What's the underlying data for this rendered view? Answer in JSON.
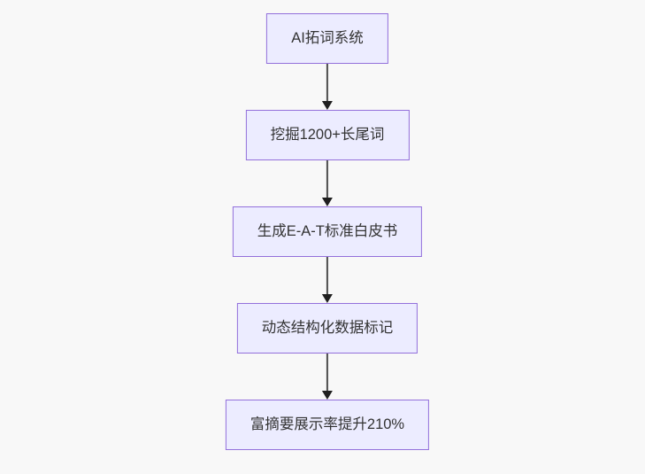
{
  "theme": {
    "canvas_background": "#f8f8f8",
    "node_fill": "#ececff",
    "node_border": "#9370db",
    "edge_color": "#333333",
    "text_color": "#333333"
  },
  "flowchart": {
    "type": "flowchart",
    "direction": "top-down",
    "nodes": [
      {
        "id": "step-1",
        "label": "AI拓词系统"
      },
      {
        "id": "step-2",
        "label": "挖掘1200+长尾词"
      },
      {
        "id": "step-3",
        "label": "生成E-A-T标准白皮书"
      },
      {
        "id": "step-4",
        "label": "动态结构化数据标记"
      },
      {
        "id": "step-5",
        "label": "富摘要展示率提升210%"
      }
    ],
    "edges": [
      {
        "from": "step-1",
        "to": "step-2"
      },
      {
        "from": "step-2",
        "to": "step-3"
      },
      {
        "from": "step-3",
        "to": "step-4"
      },
      {
        "from": "step-4",
        "to": "step-5"
      }
    ]
  }
}
